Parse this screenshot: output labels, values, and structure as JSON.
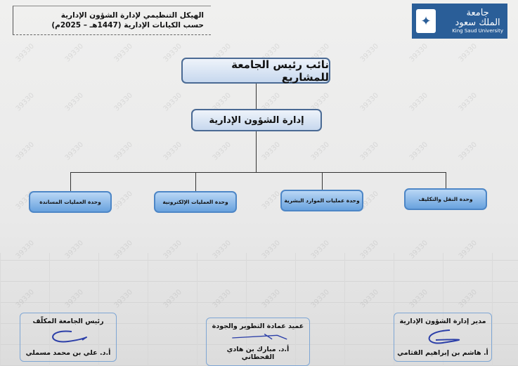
{
  "header": {
    "line1": "الهيكل التنظيمي لإدارة الشؤون الإدارية",
    "line2": "حسب الكيانات الإدارية (1447هـ – 2025م)"
  },
  "logo": {
    "ar1": "جامعة",
    "ar2": "الملك سعود",
    "en": "King Saud University"
  },
  "chart": {
    "root": "نائب رئيس الجامعة للمشاريع",
    "department": "إدارة الشؤون الإدارية",
    "units": [
      "وحدة العمليات المساندة",
      "وحدة العمليات الإلكترونية",
      "وحدة عمليات الموارد البشرية",
      "وحدة النقل والتكليف"
    ]
  },
  "signatures": [
    {
      "title": "رئيس الجامعة المكلّف",
      "name": "أ.د. علي بن محمد مسملي"
    },
    {
      "title": "عميد عمادة التطوير والجودة",
      "name": "أ.د. مبارك بن هادي القحطاني"
    },
    {
      "title": "مدير إدارة الشؤون الإدارية",
      "name": "أ. هاشم بن إبراهيم القثامي"
    }
  ],
  "watermark": "39330"
}
